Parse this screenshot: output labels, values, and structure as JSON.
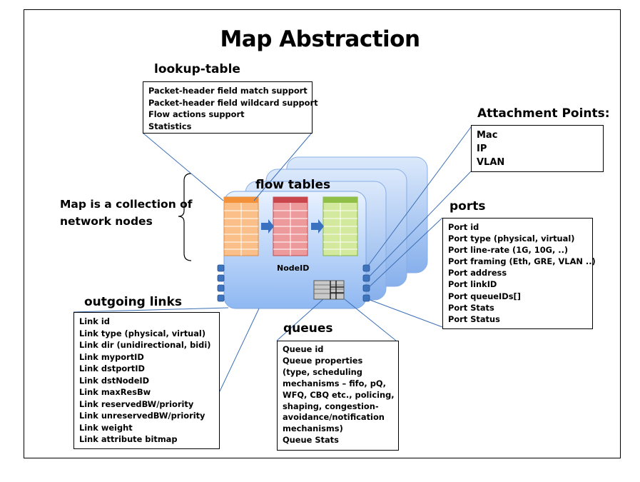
{
  "title": "Map Abstraction",
  "lookup_table": {
    "heading": "lookup-table",
    "items": [
      "Packet-header field match support",
      "Packet-header field wildcard support",
      "Flow actions support",
      "Statistics"
    ]
  },
  "attachment_points": {
    "heading": "Attachment Points:",
    "items": [
      "Mac",
      "IP",
      "VLAN"
    ]
  },
  "flow_tables_label": "flow tables",
  "map_description": [
    "Map is a collection of",
    "network nodes"
  ],
  "node_label": "NodeID",
  "ports": {
    "heading": "ports",
    "items": [
      "Port id",
      "Port type (physical, virtual)",
      "Port line-rate (1G, 10G, ..)",
      "Port framing (Eth, GRE, VLAN ..)",
      "Port address",
      "Port linkID",
      "Port queueIDs[]",
      "Port Stats",
      "Port Status"
    ]
  },
  "outgoing_links": {
    "heading": "outgoing links",
    "items": [
      "Link id",
      "Link type (physical, virtual)",
      "Link dir (unidirectional, bidi)",
      "Link myportID",
      "Link dstportID",
      "Link dstNodeID",
      "Link maxResBw",
      "Link reservedBW/priority",
      "Link unreservedBW/priority",
      "Link weight",
      "Link attribute bitmap"
    ]
  },
  "queues": {
    "heading": "queues",
    "items": [
      "Queue id",
      "Queue properties",
      "(type, scheduling",
      "mechanisms – fifo, pQ,",
      "WFQ, CBQ etc., policing,",
      "shaping, congestion-",
      "avoidance/notification",
      "mechanisms)",
      "Queue Stats"
    ]
  },
  "colors": {
    "node_fill": "#9dc3f7",
    "table_orange": "#f59a4a",
    "table_red": "#d9666a",
    "table_green": "#a6cf5a",
    "connector_line": "#3b6fb5"
  }
}
